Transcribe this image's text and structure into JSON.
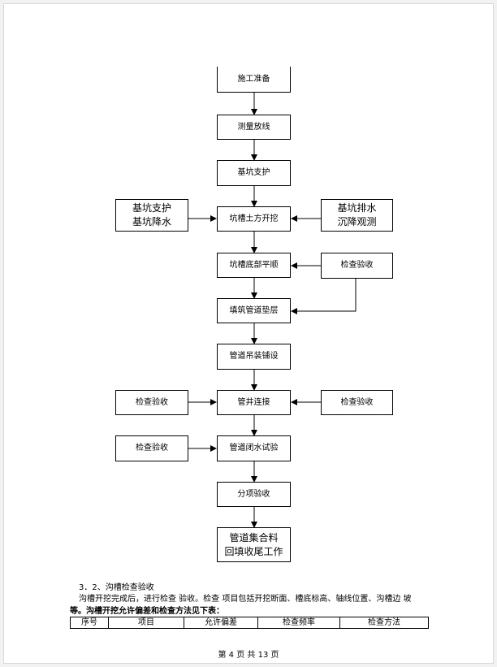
{
  "flowchart": {
    "main_steps": [
      "施工准备",
      "测量放线",
      "基坑支护",
      "坑槽土方开挖",
      "坑槽底部平顺",
      "填筑管道垫层",
      "管道吊装铺设",
      "管井连接",
      "管道闭水试验",
      "分项验收",
      "管道集合料\n回填收尾工作"
    ],
    "left_inputs": [
      "基坑支护\n基坑降水",
      "检查验收",
      "检查验收"
    ],
    "right_inputs": [
      "基坑排水\n沉降观测",
      "检查验收",
      "检查验收"
    ]
  },
  "section": {
    "heading": "3．2、沟槽检查验收",
    "para_line1": "沟槽开挖完成后，进行检查 验收。检查 项目包括开挖断面、槽底标高、轴线位置、沟槽边 坡",
    "para_line2": "等。沟槽开挖允许偏差和检查方法见下表："
  },
  "table": {
    "headers": [
      "序号",
      "项目",
      "允许偏差",
      "检查频率",
      "检查方法"
    ]
  },
  "footer": "第 4 页 共 13 页"
}
